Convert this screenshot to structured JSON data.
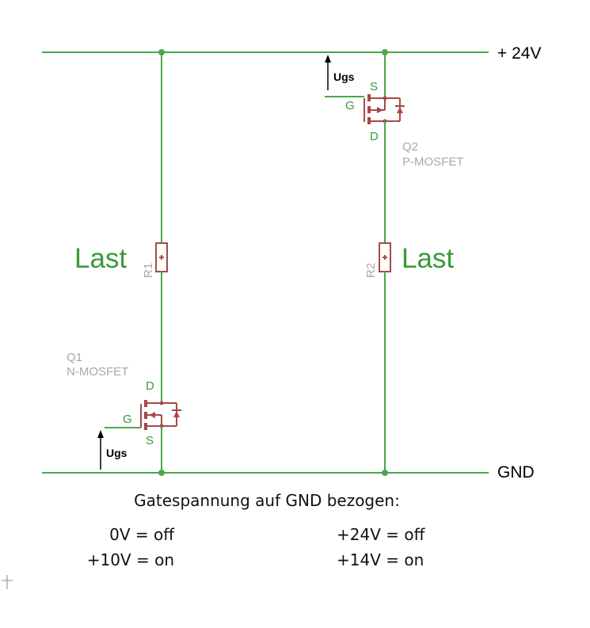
{
  "rails": {
    "supply_label": "+ 24V",
    "ground_label": "GND"
  },
  "loads": {
    "left": {
      "ref": "R1",
      "label": "Last"
    },
    "right": {
      "ref": "R2",
      "label": "Last"
    }
  },
  "q1": {
    "ref": "Q1",
    "type": "N-MOSFET",
    "pin_gate": "G",
    "pin_drain": "D",
    "pin_source": "S",
    "voltage_arrow": "Ugs"
  },
  "q2": {
    "ref": "Q2",
    "type": "P-MOSFET",
    "pin_gate": "G",
    "pin_drain": "D",
    "pin_source": "S",
    "voltage_arrow": "Ugs"
  },
  "caption": {
    "heading": "Gatespannung auf GND bezogen:",
    "n_off": "0V = off",
    "n_on": "+10V = on",
    "p_off": "+24V = off",
    "p_on": "+14V = on"
  },
  "colors": {
    "wire": "#4aa84a",
    "component": "#a84848",
    "label": "#3a9a3a",
    "reference": "#a8a8a8"
  }
}
